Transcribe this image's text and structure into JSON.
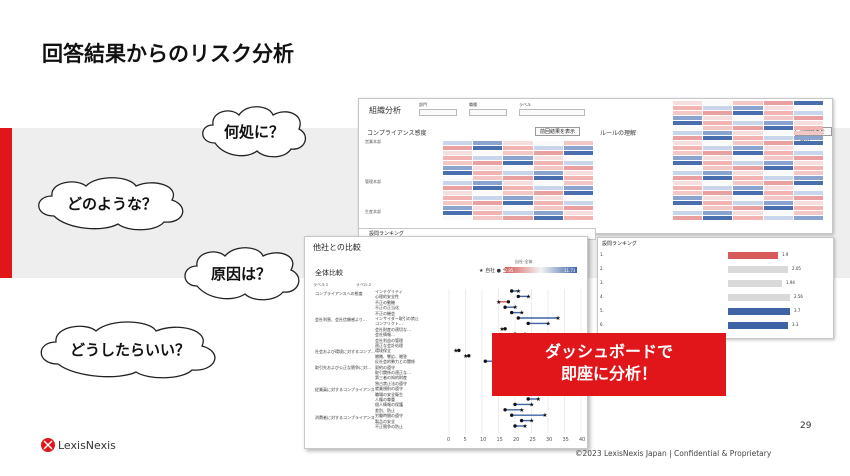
{
  "slide": {
    "title": "回答結果からのリスク分析",
    "page_number": "29",
    "footer": "©2023 LexisNexis Japan | Confidential & Proprietary",
    "logo_text": "LexisNexis"
  },
  "clouds": [
    "何処に？",
    "どのような？",
    "原因は？",
    "どうしたらいい？"
  ],
  "callout": {
    "line1": "ダッシュボードで",
    "line2": "即座に分析！"
  },
  "dashboard": {
    "title": "組織分析",
    "compliance_section": "コンプライアンス感度",
    "rule_section": "ルールの理解",
    "show_prev_button": "前回結果を表示",
    "ranking_title": "設問ランキング",
    "groups": [
      "営業本部",
      "管理本部",
      "生産本部"
    ],
    "rank_values": [
      "1.9",
      "2.05",
      "1.94",
      "2.56",
      "3.7",
      "3.3"
    ]
  },
  "comparison": {
    "title": "他社との比較",
    "subtitle": "全体比較",
    "legend_own": "自社",
    "legend_all": "全体",
    "scale_label": "自社-全体",
    "scale_min": "-2.85",
    "scale_max": "11.73",
    "col1": "ラベル１",
    "col2": "ラベル２",
    "groups": [
      "コンプライアンスへの態度",
      "会社利害、会社信頼感より…",
      "社会および環境に対するコンプ…",
      "取引先および公正な競争に対…",
      "従業員に対するコンプライアンス",
      "消費者に対するコンプライアンス"
    ],
    "items": [
      "インテグリティ",
      "心理的安全性",
      "不正の動機",
      "不正の正当化",
      "不正の機会",
      "インサイダー取引の禁止",
      "コンフリクト…",
      "会社財産の適切な…",
      "会社情報…",
      "会社利益の管理",
      "適正な会計処理",
      "環境保全",
      "贈賄、饗応、贈答",
      "反社会的勢力との関係",
      "契約の遵守",
      "取引関係の適正な…",
      "第三者の知的財産",
      "独占禁止法の遵守",
      "就業規則の遵守",
      "職場の安全衛生",
      "人権の尊重",
      "個人情報の保護",
      "差別、防止",
      "労働時間の遵守",
      "製品の安全",
      "不正競争の防止"
    ],
    "x_ticks": [
      "0",
      "5",
      "10",
      "15",
      "20",
      "25",
      "30",
      "35",
      "40"
    ]
  }
}
